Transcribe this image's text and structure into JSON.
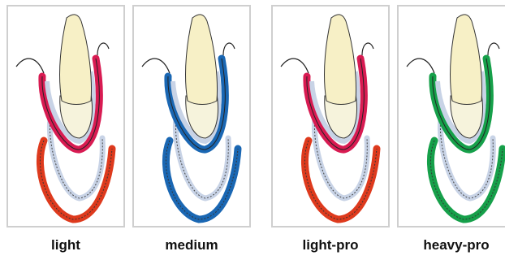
{
  "panels": [
    {
      "label": "light",
      "gingiva_color": "#d81b52",
      "mouthguard_color": "#de3a1d"
    },
    {
      "label": "medium",
      "gingiva_color": "#1a67b3",
      "mouthguard_color": "#1a67b3"
    },
    {
      "label": "light-pro",
      "gingiva_color": "#d81b52",
      "mouthguard_color": "#de3a1d"
    },
    {
      "label": "heavy-pro",
      "gingiva_color": "#16a04a",
      "mouthguard_color": "#16a04a"
    }
  ],
  "colors": {
    "tooth_crown": "#f7f0c6",
    "tooth_root": "#f6f3dc",
    "gum_outline": "#c8d3e6",
    "panel_border": "#cfcfcf"
  }
}
